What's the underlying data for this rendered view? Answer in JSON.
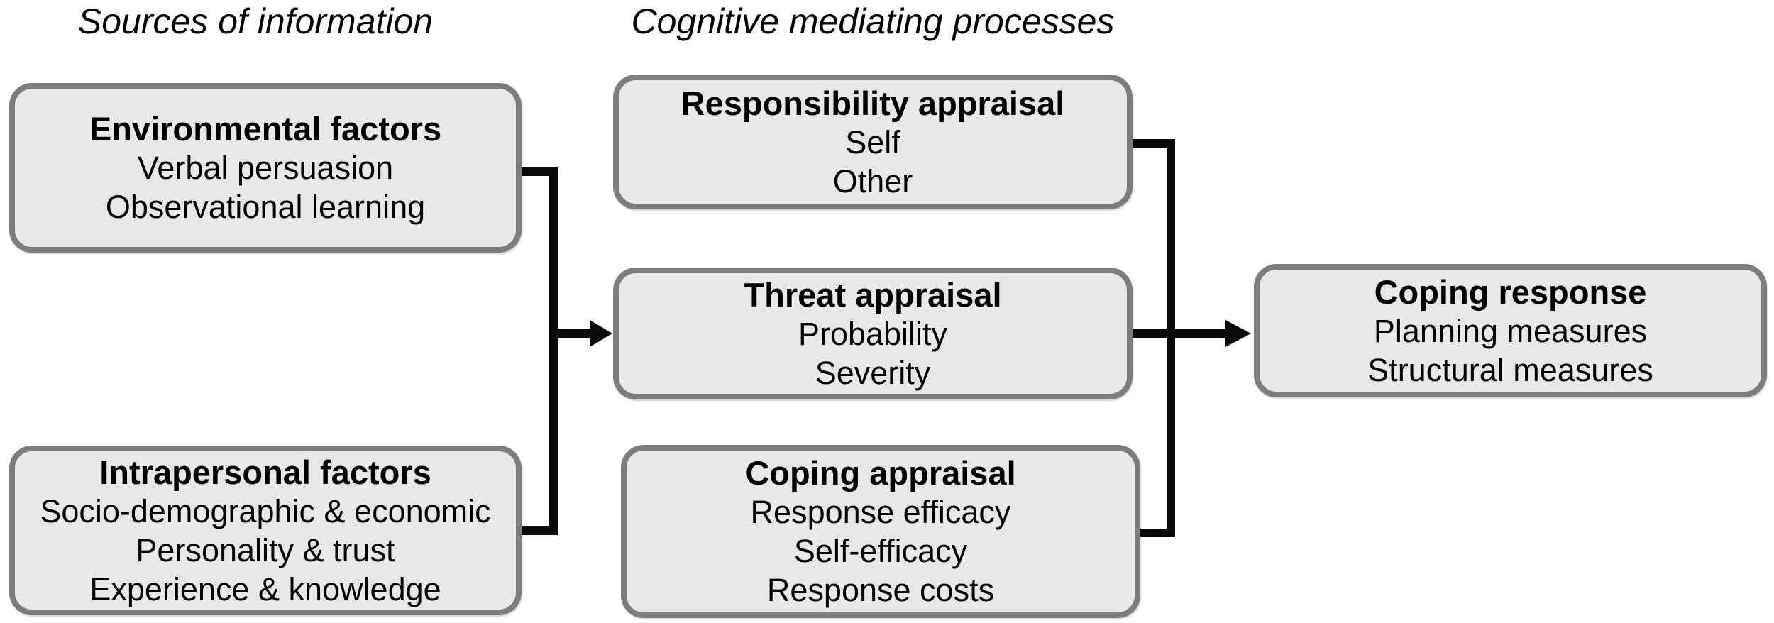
{
  "headers": {
    "sources": "Sources of information",
    "cognitive": "Cognitive mediating processes"
  },
  "boxes": {
    "environmental": {
      "title": "Environmental factors",
      "items": [
        "Verbal persuasion",
        "Observational learning"
      ]
    },
    "intrapersonal": {
      "title": "Intrapersonal factors",
      "items": [
        "Socio-demographic & economic",
        "Personality & trust",
        "Experience & knowledge"
      ]
    },
    "responsibility": {
      "title": "Responsibility appraisal",
      "items": [
        "Self",
        "Other"
      ]
    },
    "threat": {
      "title": "Threat appraisal",
      "items": [
        "Probability",
        "Severity"
      ]
    },
    "coping_appraisal": {
      "title": "Coping appraisal",
      "items": [
        "Response efficacy",
        "Self-efficacy",
        "Response costs"
      ]
    },
    "coping_response": {
      "title": "Coping response",
      "items": [
        "Planning measures",
        "Structural measures"
      ]
    }
  },
  "connections": [
    {
      "from": "environmental",
      "to": "threat"
    },
    {
      "from": "intrapersonal",
      "to": "threat"
    },
    {
      "from": "responsibility",
      "to": "coping_response"
    },
    {
      "from": "threat",
      "to": "coping_response"
    },
    {
      "from": "coping_appraisal",
      "to": "coping_response"
    }
  ],
  "colors": {
    "box_fill": "#e9e8e8",
    "box_border": "#7d7d7d",
    "connector": "#0a0a0a",
    "text": "#000000",
    "background": "#ffffff"
  }
}
